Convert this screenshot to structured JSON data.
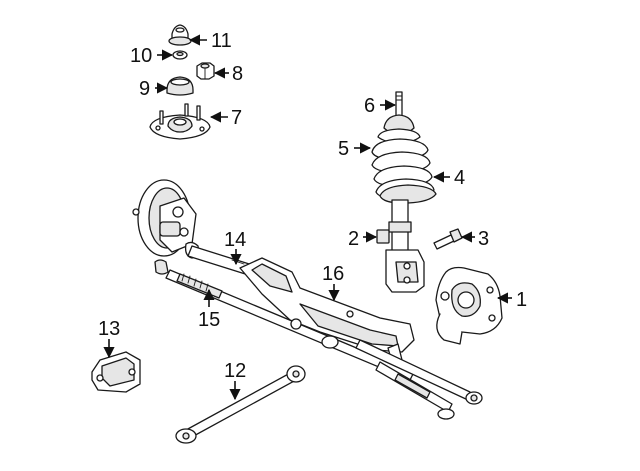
{
  "callouts": [
    {
      "id": "1",
      "label": "1"
    },
    {
      "id": "2",
      "label": "2"
    },
    {
      "id": "3",
      "label": "3"
    },
    {
      "id": "4",
      "label": "4"
    },
    {
      "id": "5",
      "label": "5"
    },
    {
      "id": "6",
      "label": "6"
    },
    {
      "id": "7",
      "label": "7"
    },
    {
      "id": "8",
      "label": "8"
    },
    {
      "id": "9",
      "label": "9"
    },
    {
      "id": "10",
      "label": "10"
    },
    {
      "id": "11",
      "label": "11"
    },
    {
      "id": "12",
      "label": "12"
    },
    {
      "id": "13",
      "label": "13"
    },
    {
      "id": "14",
      "label": "14"
    },
    {
      "id": "15",
      "label": "15"
    },
    {
      "id": "16",
      "label": "16"
    }
  ],
  "colors": {
    "ink": "#1a1a1a",
    "background": "#ffffff",
    "shade": "#e6e6e6"
  }
}
